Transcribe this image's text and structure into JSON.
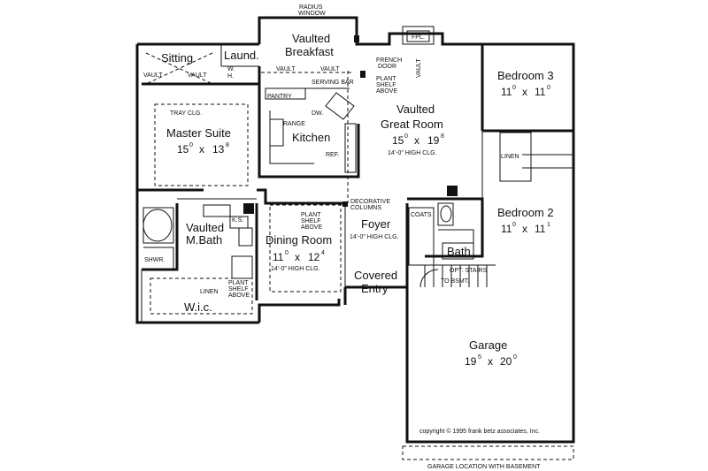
{
  "rooms": {
    "sitting": "Sitting",
    "laundry": "Laund.",
    "breakfast_1": "Vaulted",
    "breakfast_2": "Breakfast",
    "master_suite": "Master Suite",
    "master_suite_w": "15",
    "master_suite_wi": "0",
    "master_suite_x": "x",
    "master_suite_d": "13",
    "master_suite_di": "8",
    "kitchen": "Kitchen",
    "great_room_1": "Vaulted",
    "great_room_2": "Great Room",
    "great_room_w": "15",
    "great_room_wi": "0",
    "great_room_x": "x",
    "great_room_d": "19",
    "great_room_di": "8",
    "bedroom3": "Bedroom 3",
    "bedroom3_w": "11",
    "bedroom3_wi": "0",
    "bedroom3_x": "x",
    "bedroom3_d": "11",
    "bedroom3_di": "0",
    "mbath_1": "Vaulted",
    "mbath_2": "M.Bath",
    "dining": "Dining Room",
    "dining_w": "11",
    "dining_wi": "0",
    "dining_x": "x",
    "dining_d": "12",
    "dining_di": "4",
    "foyer": "Foyer",
    "bedroom2": "Bedroom 2",
    "bedroom2_w": "11",
    "bedroom2_wi": "0",
    "bedroom2_x": "x",
    "bedroom2_d": "11",
    "bedroom2_di": "1",
    "bath": "Bath",
    "covered_1": "Covered",
    "covered_2": "Entry",
    "wic": "W.i.c.",
    "garage": "Garage",
    "garage_w": "19",
    "garage_wi": "5",
    "garage_x": "x",
    "garage_d": "20",
    "garage_di": "0"
  },
  "notes": {
    "radius_1": "RADIUS",
    "radius_2": "WINDOW",
    "fpl": "FPL.",
    "vault_a": "VAULT",
    "vault_b": "VAULT",
    "vault_c": "VAULT",
    "vault_d": "VAULT",
    "vault_e": "VAULT",
    "serving_bar": "SERVING BAR",
    "french_1": "FRENCH",
    "french_2": "DOOR",
    "plant_a1": "PLANT",
    "plant_a2": "SHELF",
    "plant_a3": "ABOVE",
    "pantry": "PANTRY",
    "tray": "TRAY CLG.",
    "range": "RANGE",
    "dw": "DW.",
    "ref": "REF.",
    "great_clg": "14'-0\" HIGH CLG.",
    "linen_br": "LINEN",
    "dec_1": "DECORATIVE",
    "dec_2": "COLUMNS",
    "plant_b1": "PLANT",
    "plant_b2": "SHELF",
    "plant_b3": "ABOVE",
    "ks": "K.S.",
    "dining_clg": "14'-0\" HIGH CLG.",
    "foyer_clg": "14'-0\" HIGH CLG.",
    "coats": "COATS",
    "shwr": "SHWR.",
    "opt_stairs": "OPT. STAIRS",
    "to_bsmt": "TO BSMT.",
    "linen_mb": "LINEN",
    "plant_c1": "PLANT",
    "plant_c2": "SHELF",
    "plant_c3": "ABOVE",
    "wh_1": "W.",
    "wh_2": "H.",
    "copyright": "copyright © 1995 frank betz associates, Inc.",
    "garage_loc": "GARAGE LOCATION WITH BASEMENT"
  }
}
